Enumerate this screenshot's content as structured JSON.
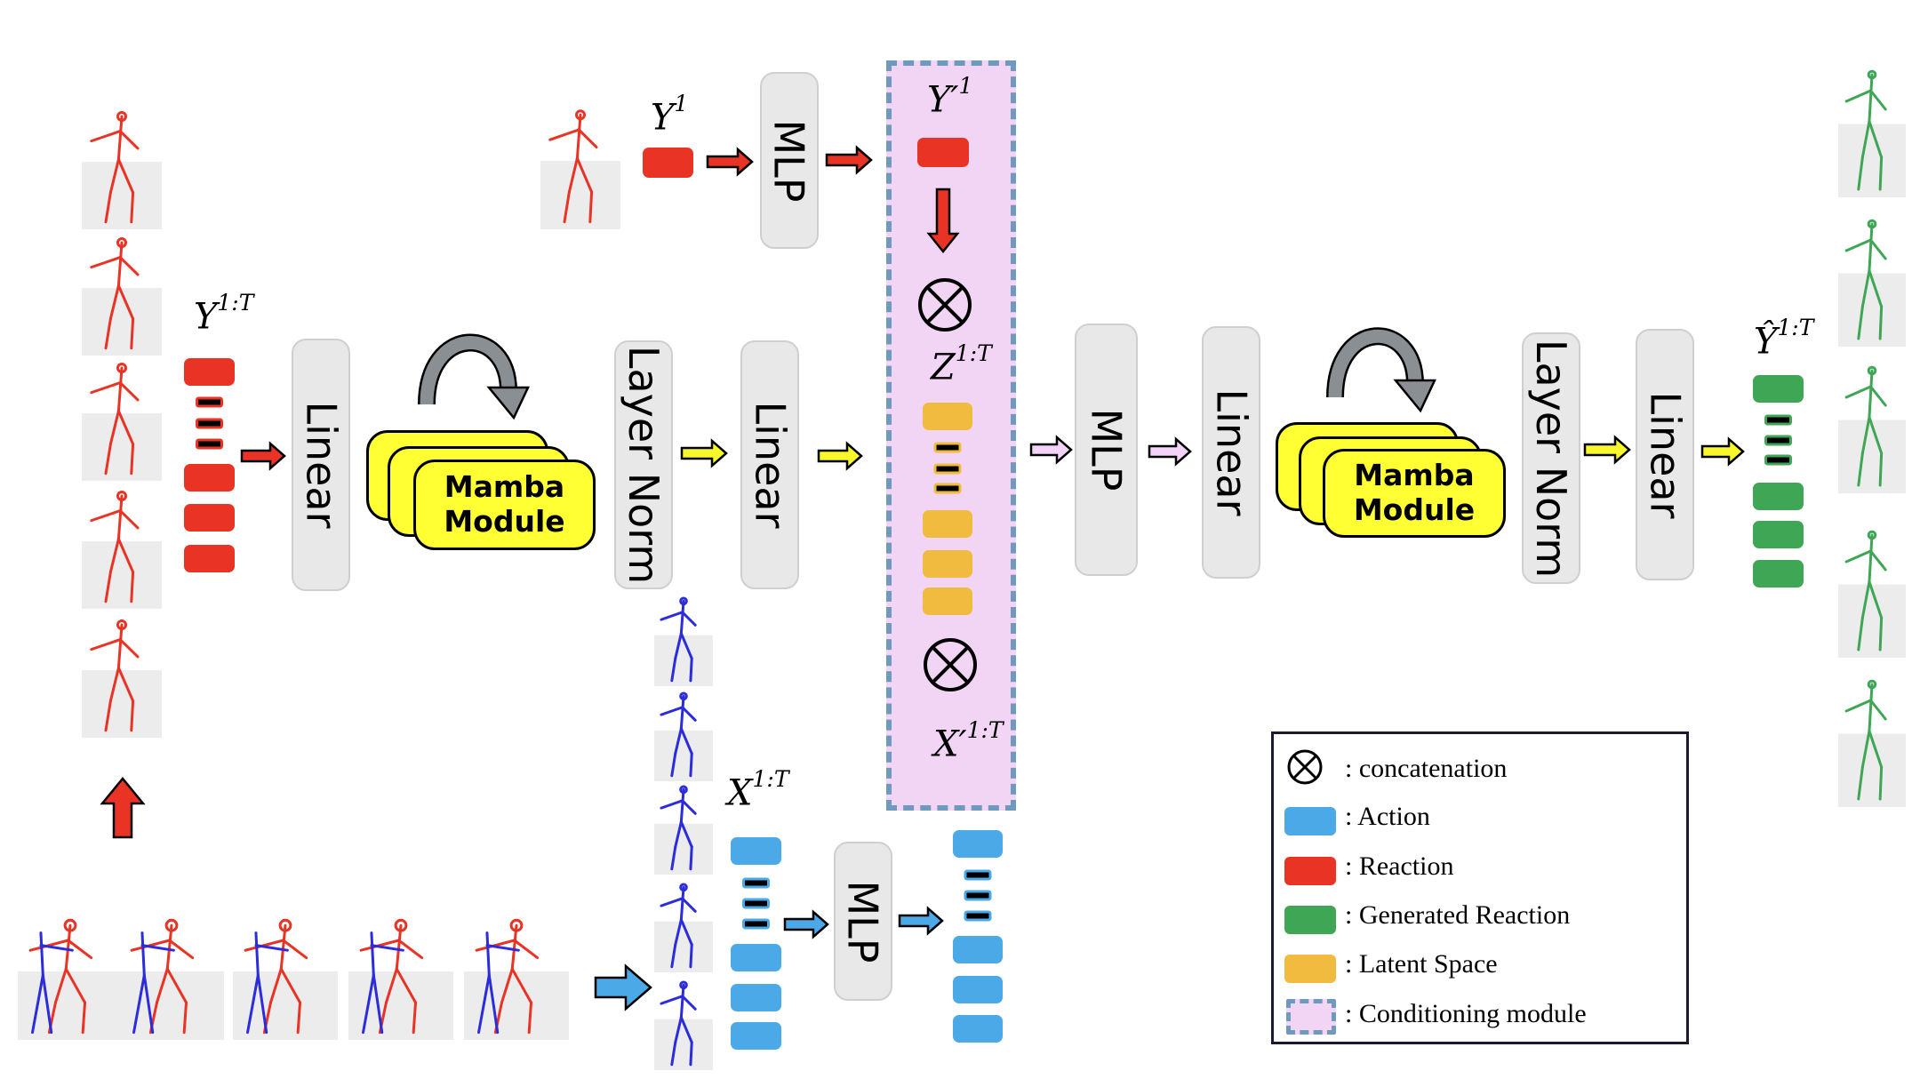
{
  "colors": {
    "action": "#4aa9e6",
    "reaction": "#e83325",
    "generated_reaction": "#3fa655",
    "latent_space": "#f0bb3e",
    "conditioning_fill": "#f2d5f5",
    "conditioning_border": "#6f99bd",
    "mamba_fill": "#ffff33",
    "block_fill": "#e8e8e8",
    "arrow_yellow": "#f7f72c",
    "arrow_pink": "#f3d3f7"
  },
  "blocks": {
    "linear_1": "Linear",
    "layer_norm_1": "Layer Norm",
    "linear_2": "Linear",
    "mlp_top": "MLP",
    "mlp_middle": "MLP",
    "linear_3": "Linear",
    "layer_norm_2": "Layer Norm",
    "linear_4": "Linear",
    "mlp_bottom": "MLP"
  },
  "mamba_modules": [
    {
      "line1": "Mamba",
      "line2": "Module"
    },
    {
      "line1": "Mamba",
      "line2": "Module"
    }
  ],
  "symbols": {
    "y_seq": {
      "base": "Y",
      "sup": "1:T"
    },
    "y_first": {
      "base": "Y",
      "sup": "1"
    },
    "y_prime_first": {
      "base": "Y′",
      "sup": "1"
    },
    "z_seq": {
      "base": "Z",
      "sup": "1:T"
    },
    "x_prime_seq": {
      "base": "X′",
      "sup": "1:T"
    },
    "x_seq": {
      "base": "X",
      "sup": "1:T"
    },
    "y_hat_seq": {
      "base": "Ŷ",
      "sup": "1:T"
    }
  },
  "legend": {
    "items": [
      {
        "icon": "concat-icon",
        "label": ": concatenation"
      },
      {
        "icon": "action-swatch",
        "label": ": Action"
      },
      {
        "icon": "reaction-swatch",
        "label": ": Reaction"
      },
      {
        "icon": "generated-reaction-swatch",
        "label": ": Generated Reaction"
      },
      {
        "icon": "latent-space-swatch",
        "label": ": Latent Space"
      },
      {
        "icon": "conditioning-swatch",
        "label": ": Conditioning module"
      }
    ]
  }
}
